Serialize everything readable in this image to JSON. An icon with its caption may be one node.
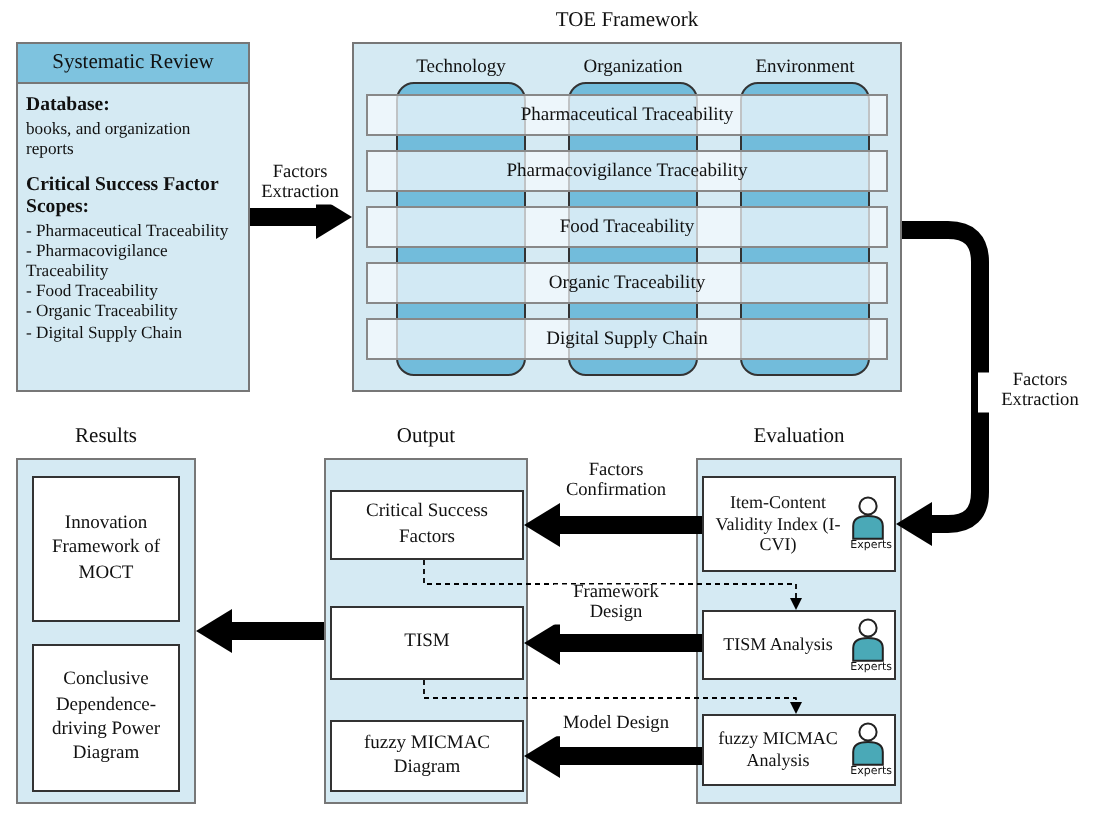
{
  "diagram": {
    "nodes": [
      {
        "text": [
          "Systematic Review",
          "Database:",
          "books, and organization reports",
          "Critical Success Factor Scopes:",
          "- Pharmaceutical Traceability",
          "- Pharmacovigilance Traceability",
          "- Food Traceability",
          "- Organic Traceability",
          "- Digital Supply Chain"
        ]
      },
      {
        "text": [
          "TOE Framework"
        ]
      },
      {
        "text": [
          "Technology"
        ],
        "in": 1
      },
      {
        "text": [
          "Organization"
        ],
        "in": 1
      },
      {
        "text": [
          "Environment"
        ],
        "in": 1
      },
      {
        "text": [
          "Pharmaceutical Traceability"
        ],
        "in": 1
      },
      {
        "text": [
          "Pharmacovigilance Traceability"
        ],
        "in": 1
      },
      {
        "text": [
          "Food Traceability"
        ],
        "in": 1
      },
      {
        "text": [
          "Organic Traceability"
        ],
        "in": 1
      },
      {
        "text": [
          "Digital Supply Chain"
        ],
        "in": 1
      },
      {
        "text": [
          "Results"
        ]
      },
      {
        "text": [
          "Innovation Framework of MOCT"
        ],
        "in": 10
      },
      {
        "text": [
          "Conclusive Dependence-driving Power Diagram"
        ],
        "in": 10
      },
      {
        "text": [
          "Output"
        ]
      },
      {
        "text": [
          "Critical Success Factors"
        ],
        "in": 13
      },
      {
        "text": [
          "TISM"
        ],
        "in": 13
      },
      {
        "text": [
          "fuzzy MICMAC Diagram"
        ],
        "in": 13
      },
      {
        "text": [
          "Evaluation"
        ]
      },
      {
        "text": [
          "Item-Content Validity Index (I-CVI)",
          "Experts"
        ],
        "in": 17
      },
      {
        "text": [
          "TISM Analysis",
          "Experts"
        ],
        "in": 17
      },
      {
        "text": [
          "fuzzy MICMAC Analysis",
          "Experts"
        ],
        "in": 17
      }
    ],
    "edges": [
      {
        "from": 0,
        "to": 1,
        "arrow": "to",
        "label": "Factors Extraction"
      },
      {
        "from": 1,
        "to": 18,
        "arrow": "to",
        "label": "Factors Extraction"
      },
      {
        "from": 18,
        "to": 14,
        "arrow": "to",
        "label": "Factors Confirmation"
      },
      {
        "from": 19,
        "to": 15,
        "arrow": "to",
        "label": "Framework Design"
      },
      {
        "from": 20,
        "to": 16,
        "arrow": "to",
        "label": "Model Design"
      },
      {
        "from": 14,
        "to": 19,
        "arrow": "to",
        "style": "dashed"
      },
      {
        "from": 15,
        "to": 20,
        "arrow": "to",
        "style": "dashed"
      },
      {
        "from": 13,
        "to": 10,
        "arrow": "to"
      }
    ]
  }
}
